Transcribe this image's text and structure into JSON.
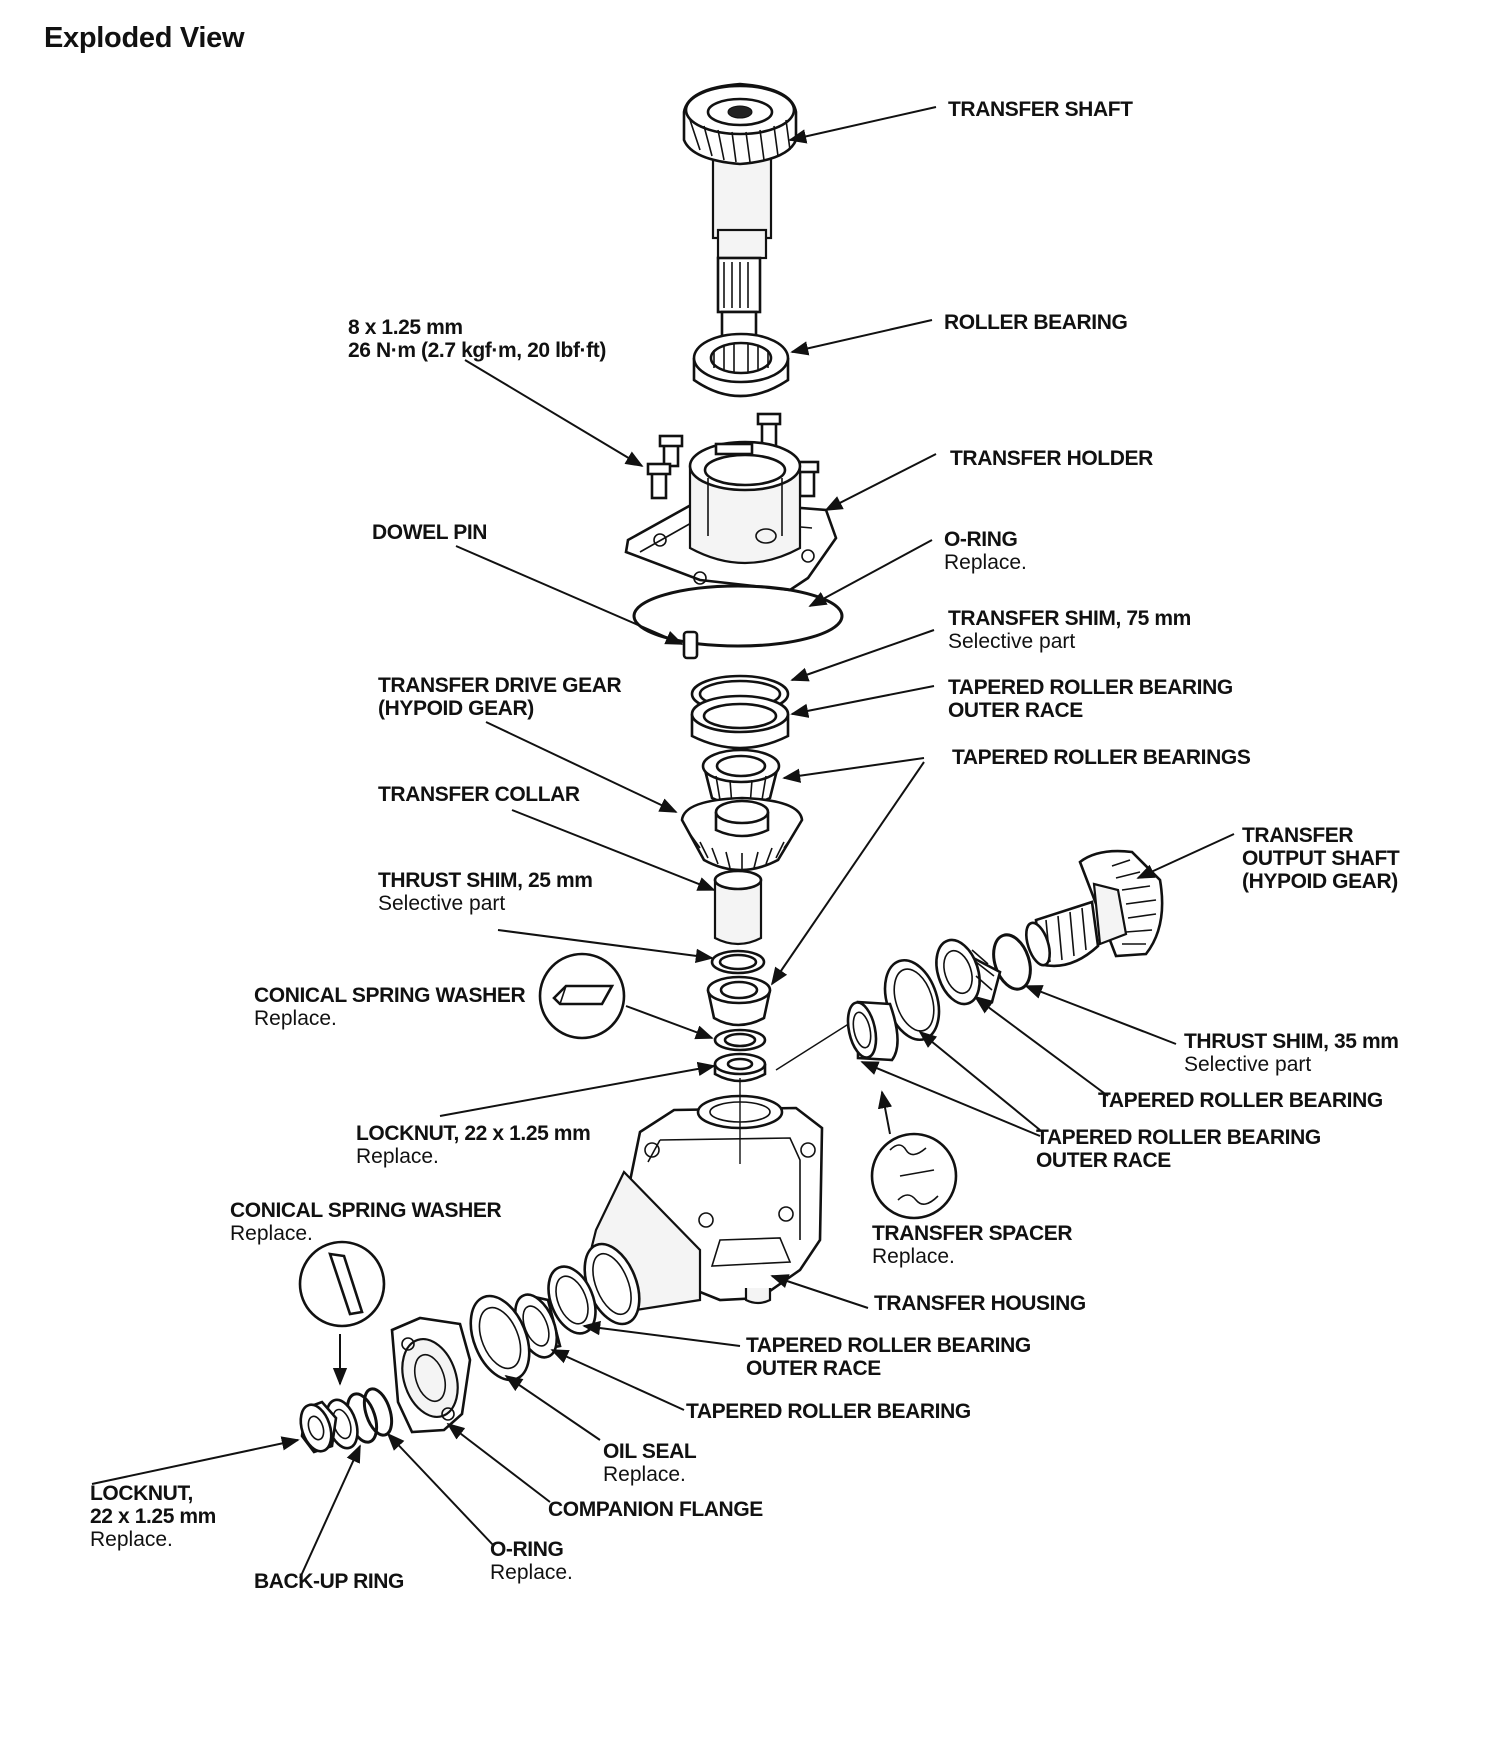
{
  "page": {
    "title": "Exploded View"
  },
  "labels": {
    "transfer_shaft": {
      "name": "TRANSFER SHAFT"
    },
    "roller_bearing": {
      "name": "ROLLER BEARING"
    },
    "bolt_spec": {
      "line1": "8 x 1.25 mm",
      "line2": "26 N·m (2.7 kgf·m, 20 lbf·ft)"
    },
    "transfer_holder": {
      "name": "TRANSFER HOLDER"
    },
    "dowel_pin": {
      "name": "DOWEL PIN"
    },
    "o_ring_upper": {
      "name": "O-RING",
      "note": "Replace."
    },
    "transfer_shim_75": {
      "name": "TRANSFER SHIM, 75 mm",
      "note": "Selective part"
    },
    "transfer_drive_gear": {
      "line1": "TRANSFER DRIVE GEAR",
      "line2": "(HYPOID GEAR)"
    },
    "tapered_outer_race_upper": {
      "line1": "TAPERED ROLLER BEARING",
      "line2": "OUTER RACE"
    },
    "tapered_roller_bearings": {
      "name": "TAPERED ROLLER BEARINGS"
    },
    "transfer_collar": {
      "name": "TRANSFER COLLAR"
    },
    "transfer_output_shaft": {
      "line1": "TRANSFER",
      "line2": "OUTPUT SHAFT",
      "line3": "(HYPOID GEAR)"
    },
    "thrust_shim_25": {
      "name": "THRUST SHIM, 25 mm",
      "note": "Selective part"
    },
    "conical_washer_upper": {
      "name": "CONICAL SPRING WASHER",
      "note": "Replace."
    },
    "thrust_shim_35": {
      "name": "THRUST SHIM, 35 mm",
      "note": "Selective part"
    },
    "tapered_roller_bearing_right": {
      "name": "TAPERED ROLLER BEARING"
    },
    "locknut_upper": {
      "name": "LOCKNUT, 22 x 1.25 mm",
      "note": "Replace."
    },
    "tapered_outer_race_right": {
      "line1": "TAPERED ROLLER BEARING",
      "line2": "OUTER RACE"
    },
    "conical_washer_lower": {
      "name": "CONICAL SPRING WASHER",
      "note": "Replace."
    },
    "transfer_spacer": {
      "name": "TRANSFER SPACER",
      "note": "Replace."
    },
    "transfer_housing": {
      "name": "TRANSFER HOUSING"
    },
    "tapered_outer_race_lower": {
      "line1": "TAPERED ROLLER BEARING",
      "line2": "OUTER RACE"
    },
    "tapered_roller_bearing_lower": {
      "name": "TAPERED ROLLER BEARING"
    },
    "oil_seal": {
      "name": "OIL SEAL",
      "note": "Replace."
    },
    "companion_flange": {
      "name": "COMPANION FLANGE"
    },
    "locknut_lower": {
      "line1": "LOCKNUT,",
      "line2": "22 x 1.25 mm",
      "note": "Replace."
    },
    "o_ring_lower": {
      "name": "O-RING",
      "note": "Replace."
    },
    "back_up_ring": {
      "name": "BACK-UP RING"
    }
  }
}
